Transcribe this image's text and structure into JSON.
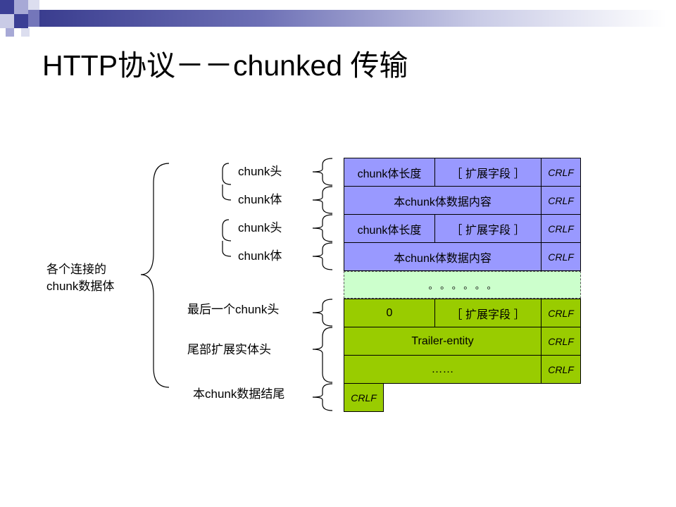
{
  "title": "HTTP协议－－chunked 传输",
  "left_group_label_line1": "各个连接的",
  "left_group_label_line2": "chunk数据体",
  "labels": {
    "chunk_head_1": "chunk头",
    "chunk_body_1": "chunk体",
    "chunk_head_2": "chunk头",
    "chunk_body_2": "chunk体",
    "last_chunk_head": "最后一个chunk头",
    "trailer_head": "尾部扩展实体头",
    "chunk_data_end": "本chunk数据结尾"
  },
  "cells": {
    "row1_len": "chunk体长度",
    "row1_ext": "［ 扩展字段 ］",
    "row1_crlf": "CRLF",
    "row2_body": "本chunk体数据内容",
    "row2_crlf": "CRLF",
    "row3_len": "chunk体长度",
    "row3_ext": "［ 扩展字段 ］",
    "row3_crlf": "CRLF",
    "row4_body": "本chunk体数据内容",
    "row4_crlf": "CRLF",
    "row5_dots": "。 。 。 。 。 。",
    "row6_zero": "0",
    "row6_ext": "［ 扩展字段 ］",
    "row6_crlf": "CRLF",
    "row7_trailer": "Trailer-entity",
    "row7_crlf": "CRLF",
    "row8_dots": "……",
    "row8_crlf": "CRLF",
    "row9_crlf": "CRLF"
  },
  "colors": {
    "chunk_blue": "#9999ff",
    "last_green": "#99cc00",
    "ellipsis_pale": "#ccffcc",
    "header_bar": "#3a3d8f"
  }
}
